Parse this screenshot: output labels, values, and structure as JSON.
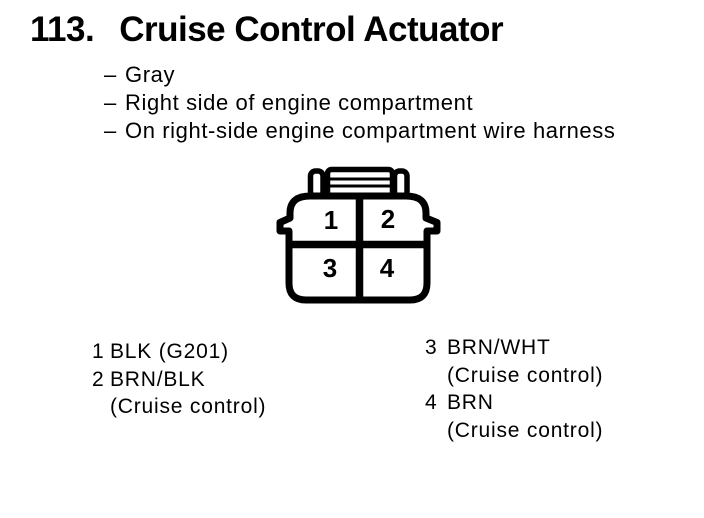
{
  "page": {
    "item_number": "113.",
    "title": "Cruise Control Actuator",
    "bullet_dash": "–",
    "attributes": [
      "Gray",
      "Right side of engine compartment",
      "On right-side engine compartment wire harness"
    ]
  },
  "connector": {
    "description": "4-pin connector face view",
    "pins": [
      "1",
      "2",
      "3",
      "4"
    ],
    "ink_color": "#000000",
    "paper_color": "#ffffff"
  },
  "pinout": {
    "left": [
      {
        "pin": "1",
        "lines": [
          "BLK (G201)"
        ]
      },
      {
        "pin": "2",
        "lines": [
          "BRN/BLK",
          "(Cruise control)"
        ]
      }
    ],
    "right": [
      {
        "pin": "3",
        "lines": [
          "BRN/WHT",
          "(Cruise control)"
        ]
      },
      {
        "pin": "4",
        "lines": [
          "BRN",
          "(Cruise control)"
        ]
      }
    ]
  }
}
